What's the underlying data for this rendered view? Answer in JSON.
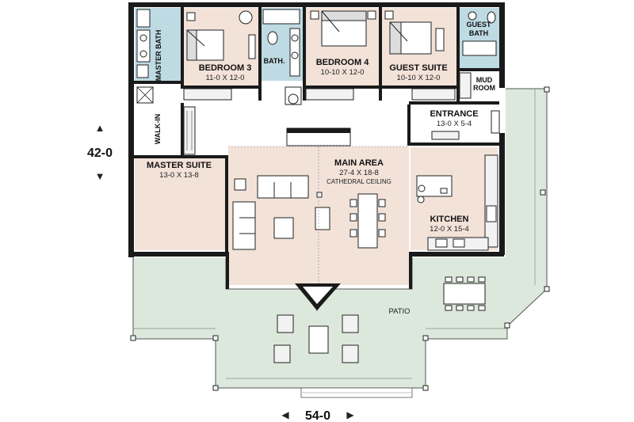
{
  "colors": {
    "room_fill": "#f2e2d8",
    "wet_fill": "#bedbe3",
    "patio_fill": "#dce8db",
    "wall": "#1a1a1a",
    "floor_white": "#ffffff"
  },
  "rooms": {
    "master_bath": {
      "name": "MASTER BATH"
    },
    "bedroom3": {
      "name": "BEDROOM 3",
      "size": "11-0 X 12-0"
    },
    "bath": {
      "name": "BATH."
    },
    "bedroom4": {
      "name": "BEDROOM 4",
      "size": "10-10 X 12-0"
    },
    "guest_suite": {
      "name": "GUEST SUITE",
      "size": "10-10 X 12-0"
    },
    "guest_bath": {
      "name_line1": "GUEST",
      "name_line2": "BATH"
    },
    "mud_room": {
      "name_line1": "MUD",
      "name_line2": "ROOM"
    },
    "entrance": {
      "name": "ENTRANCE",
      "size": "13-0 X 5-4"
    },
    "walk_in": {
      "name": "WALK-IN"
    },
    "master_suite": {
      "name": "MASTER SUITE",
      "size": "13-0 X 13-8"
    },
    "main_area": {
      "name": "MAIN AREA",
      "size": "27-4 X 18-8",
      "note": "CATHEDRAL CEILING"
    },
    "kitchen": {
      "name": "KITCHEN",
      "size": "12-0 X 15-4"
    },
    "patio": {
      "name": "PATIO"
    }
  },
  "dimensions": {
    "depth": "42-0",
    "width": "54-0",
    "arrow_up": "▲",
    "arrow_down": "▼",
    "arrow_left": "◀",
    "arrow_right": "▶"
  }
}
